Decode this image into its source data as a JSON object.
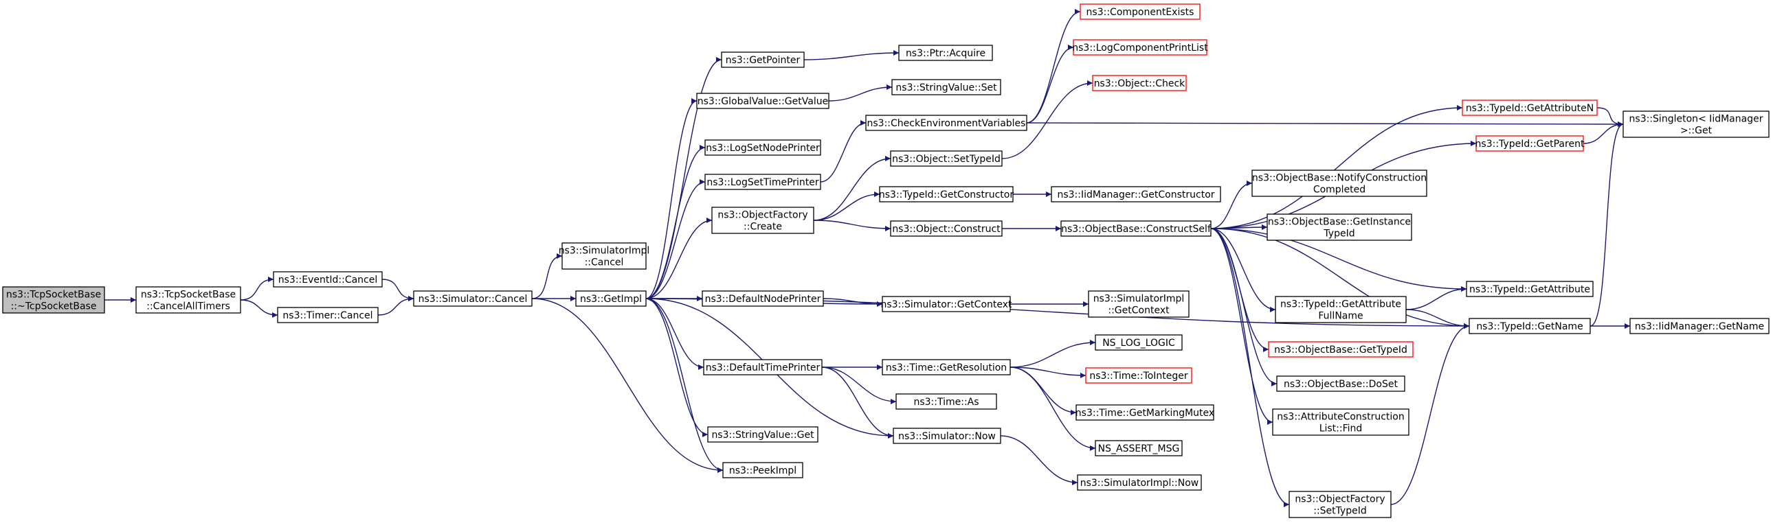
{
  "colors": {
    "edge": "#191970",
    "normal_border": "#000000",
    "truncated_border": "#ff0000",
    "root_fill": "#bfbfbf",
    "node_fill": "#ffffff"
  },
  "nodes": [
    {
      "id": "root",
      "lines": [
        "ns3::TcpSocketBase",
        "::~TcpSocketBase"
      ],
      "root": true
    },
    {
      "id": "cancelAllTimers",
      "lines": [
        "ns3::TcpSocketBase",
        "::CancelAllTimers"
      ]
    },
    {
      "id": "eventIdCancel",
      "lines": [
        "ns3::EventId::Cancel"
      ]
    },
    {
      "id": "timerCancel",
      "lines": [
        "ns3::Timer::Cancel"
      ]
    },
    {
      "id": "simulatorCancel",
      "lines": [
        "ns3::Simulator::Cancel"
      ]
    },
    {
      "id": "simImplCancel",
      "lines": [
        "ns3::SimulatorImpl",
        "::Cancel"
      ]
    },
    {
      "id": "getImpl",
      "lines": [
        "ns3::GetImpl"
      ]
    },
    {
      "id": "getPointer",
      "lines": [
        "ns3::GetPointer"
      ]
    },
    {
      "id": "globalValueGetValue",
      "lines": [
        "ns3::GlobalValue::GetValue"
      ]
    },
    {
      "id": "logSetNodePrinter",
      "lines": [
        "ns3::LogSetNodePrinter"
      ]
    },
    {
      "id": "logSetTimePrinter",
      "lines": [
        "ns3::LogSetTimePrinter"
      ]
    },
    {
      "id": "objectFactoryCreate",
      "lines": [
        "ns3::ObjectFactory",
        "::Create"
      ]
    },
    {
      "id": "defaultNodePrinter",
      "lines": [
        "ns3::DefaultNodePrinter"
      ]
    },
    {
      "id": "defaultTimePrinter",
      "lines": [
        "ns3::DefaultTimePrinter"
      ]
    },
    {
      "id": "stringValueGet",
      "lines": [
        "ns3::StringValue::Get"
      ]
    },
    {
      "id": "peekImpl",
      "lines": [
        "ns3::PeekImpl"
      ]
    },
    {
      "id": "ptrAcquire",
      "lines": [
        "ns3::Ptr::Acquire"
      ]
    },
    {
      "id": "stringValueSet",
      "lines": [
        "ns3::StringValue::Set"
      ]
    },
    {
      "id": "checkEnvVars",
      "lines": [
        "ns3::CheckEnvironmentVariables"
      ]
    },
    {
      "id": "objectSetTypeId",
      "lines": [
        "ns3::Object::SetTypeId"
      ]
    },
    {
      "id": "typeIdGetConstructor",
      "lines": [
        "ns3::TypeId::GetConstructor"
      ]
    },
    {
      "id": "objectConstruct",
      "lines": [
        "ns3::Object::Construct"
      ]
    },
    {
      "id": "simulatorGetContext",
      "lines": [
        "ns3::Simulator::GetContext"
      ]
    },
    {
      "id": "timeGetResolution",
      "lines": [
        "ns3::Time::GetResolution"
      ]
    },
    {
      "id": "timeAs",
      "lines": [
        "ns3::Time::As"
      ]
    },
    {
      "id": "simulatorNow",
      "lines": [
        "ns3::Simulator::Now"
      ]
    },
    {
      "id": "componentExists",
      "lines": [
        "ns3::ComponentExists"
      ],
      "truncated": true
    },
    {
      "id": "logComponentPrintList",
      "lines": [
        "ns3::LogComponentPrintList"
      ],
      "truncated": true
    },
    {
      "id": "objectCheck",
      "lines": [
        "ns3::Object::Check"
      ],
      "truncated": true
    },
    {
      "id": "iidGetConstructor",
      "lines": [
        "ns3::IidManager::GetConstructor"
      ]
    },
    {
      "id": "objectBaseConstructSelf",
      "lines": [
        "ns3::ObjectBase::ConstructSelf"
      ]
    },
    {
      "id": "simImplGetContext",
      "lines": [
        "ns3::SimulatorImpl",
        "::GetContext"
      ]
    },
    {
      "id": "nsLogLogic",
      "lines": [
        "NS_LOG_LOGIC"
      ]
    },
    {
      "id": "timeToInteger",
      "lines": [
        "ns3::Time::ToInteger"
      ],
      "truncated": true
    },
    {
      "id": "timeGetMarkingMutex",
      "lines": [
        "ns3::Time::GetMarkingMutex"
      ]
    },
    {
      "id": "nsAssertMsg",
      "lines": [
        "NS_ASSERT_MSG"
      ]
    },
    {
      "id": "simImplNow",
      "lines": [
        "ns3::SimulatorImpl::Now"
      ]
    },
    {
      "id": "typeIdGetAttributeN",
      "lines": [
        "ns3::TypeId::GetAttributeN"
      ],
      "truncated": true
    },
    {
      "id": "typeIdGetParent",
      "lines": [
        "ns3::TypeId::GetParent"
      ],
      "truncated": true
    },
    {
      "id": "notifyConstructionCompleted",
      "lines": [
        "ns3::ObjectBase::NotifyConstruction",
        "Completed"
      ]
    },
    {
      "id": "getInstanceTypeId",
      "lines": [
        "ns3::ObjectBase::GetInstance",
        "TypeId"
      ]
    },
    {
      "id": "typeIdGetAttributeFullName",
      "lines": [
        "ns3::TypeId::GetAttribute",
        "FullName"
      ]
    },
    {
      "id": "objectBaseGetTypeId",
      "lines": [
        "ns3::ObjectBase::GetTypeId"
      ],
      "truncated": true
    },
    {
      "id": "objectBaseDoSet",
      "lines": [
        "ns3::ObjectBase::DoSet"
      ]
    },
    {
      "id": "attrConstructionListFind",
      "lines": [
        "ns3::AttributeConstruction",
        "List::Find"
      ]
    },
    {
      "id": "objectFactorySetTypeId",
      "lines": [
        "ns3::ObjectFactory",
        "::SetTypeId"
      ]
    },
    {
      "id": "singletonGet",
      "lines": [
        "ns3::Singleton< IidManager",
        " >::Get"
      ]
    },
    {
      "id": "typeIdGetAttribute",
      "lines": [
        "ns3::TypeId::GetAttribute"
      ]
    },
    {
      "id": "typeIdGetName",
      "lines": [
        "ns3::TypeId::GetName"
      ]
    },
    {
      "id": "iidGetName",
      "lines": [
        "ns3::IidManager::GetName"
      ]
    }
  ],
  "edges": [
    [
      "root",
      "cancelAllTimers"
    ],
    [
      "cancelAllTimers",
      "eventIdCancel"
    ],
    [
      "cancelAllTimers",
      "timerCancel"
    ],
    [
      "eventIdCancel",
      "simulatorCancel"
    ],
    [
      "timerCancel",
      "simulatorCancel"
    ],
    [
      "simulatorCancel",
      "simImplCancel"
    ],
    [
      "simulatorCancel",
      "getImpl"
    ],
    [
      "simulatorCancel",
      "peekImpl"
    ],
    [
      "getImpl",
      "getPointer"
    ],
    [
      "getImpl",
      "globalValueGetValue"
    ],
    [
      "getImpl",
      "logSetNodePrinter"
    ],
    [
      "getImpl",
      "logSetTimePrinter"
    ],
    [
      "getImpl",
      "objectFactoryCreate"
    ],
    [
      "getImpl",
      "defaultNodePrinter"
    ],
    [
      "getImpl",
      "defaultTimePrinter"
    ],
    [
      "getImpl",
      "stringValueGet"
    ],
    [
      "getImpl",
      "peekImpl"
    ],
    [
      "getImpl",
      "simulatorNow"
    ],
    [
      "getImpl",
      "typeIdGetName"
    ],
    [
      "getPointer",
      "ptrAcquire"
    ],
    [
      "globalValueGetValue",
      "stringValueSet"
    ],
    [
      "logSetTimePrinter",
      "checkEnvVars"
    ],
    [
      "checkEnvVars",
      "componentExists"
    ],
    [
      "checkEnvVars",
      "logComponentPrintList"
    ],
    [
      "checkEnvVars",
      "singletonGet"
    ],
    [
      "objectFactoryCreate",
      "objectSetTypeId"
    ],
    [
      "objectFactoryCreate",
      "typeIdGetConstructor"
    ],
    [
      "objectFactoryCreate",
      "objectConstruct"
    ],
    [
      "objectSetTypeId",
      "objectCheck"
    ],
    [
      "typeIdGetConstructor",
      "iidGetConstructor"
    ],
    [
      "objectConstruct",
      "objectBaseConstructSelf"
    ],
    [
      "defaultNodePrinter",
      "simulatorGetContext"
    ],
    [
      "simulatorGetContext",
      "getImpl"
    ],
    [
      "simulatorGetContext",
      "simImplGetContext"
    ],
    [
      "defaultTimePrinter",
      "timeGetResolution"
    ],
    [
      "defaultTimePrinter",
      "timeAs"
    ],
    [
      "defaultTimePrinter",
      "simulatorNow"
    ],
    [
      "timeGetResolution",
      "nsLogLogic"
    ],
    [
      "timeGetResolution",
      "timeToInteger"
    ],
    [
      "timeGetResolution",
      "timeGetMarkingMutex"
    ],
    [
      "timeGetResolution",
      "nsAssertMsg"
    ],
    [
      "simulatorNow",
      "simImplNow"
    ],
    [
      "objectBaseConstructSelf",
      "typeIdGetAttributeN"
    ],
    [
      "objectBaseConstructSelf",
      "typeIdGetParent"
    ],
    [
      "objectBaseConstructSelf",
      "notifyConstructionCompleted"
    ],
    [
      "objectBaseConstructSelf",
      "getInstanceTypeId"
    ],
    [
      "objectBaseConstructSelf",
      "typeIdGetAttribute"
    ],
    [
      "objectBaseConstructSelf",
      "typeIdGetAttributeFullName"
    ],
    [
      "objectBaseConstructSelf",
      "objectBaseGetTypeId"
    ],
    [
      "objectBaseConstructSelf",
      "objectBaseDoSet"
    ],
    [
      "objectBaseConstructSelf",
      "attrConstructionListFind"
    ],
    [
      "objectBaseConstructSelf",
      "objectFactorySetTypeId"
    ],
    [
      "objectBaseConstructSelf",
      "typeIdGetName"
    ],
    [
      "typeIdGetAttributeN",
      "singletonGet"
    ],
    [
      "typeIdGetParent",
      "singletonGet"
    ],
    [
      "typeIdGetAttributeFullName",
      "typeIdGetAttribute"
    ],
    [
      "typeIdGetAttributeFullName",
      "typeIdGetName"
    ],
    [
      "typeIdGetName",
      "singletonGet"
    ],
    [
      "typeIdGetName",
      "iidGetName"
    ],
    [
      "objectFactorySetTypeId",
      "typeIdGetName"
    ]
  ]
}
